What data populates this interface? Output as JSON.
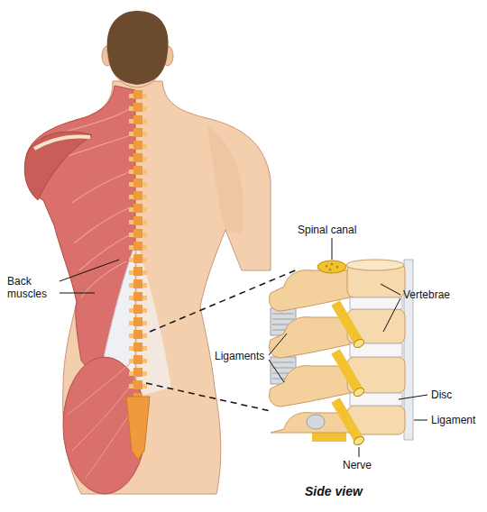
{
  "diagram": {
    "caption": "Side view",
    "labels": [
      "Spinal canal",
      "Vertebrae",
      "Back muscles",
      "Ligaments",
      "Disc",
      "Ligament",
      "Nerve"
    ]
  }
}
